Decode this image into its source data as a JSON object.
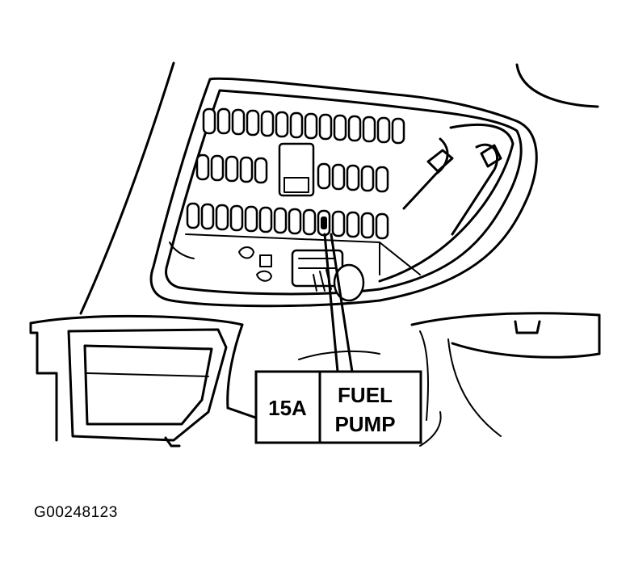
{
  "callout": {
    "rating": "15A",
    "circuit_line1": "FUEL",
    "circuit_line2": "PUMP"
  },
  "figure_id": "G00248123"
}
